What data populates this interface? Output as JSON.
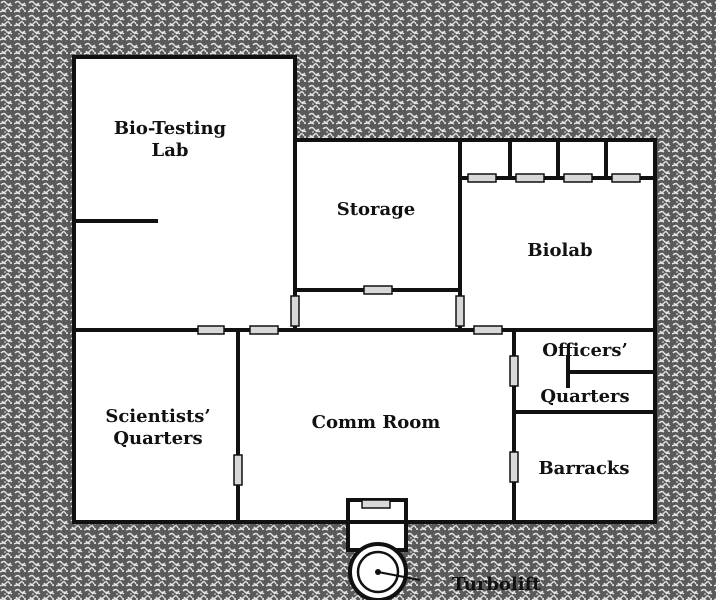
{
  "map": {
    "rooms": [
      {
        "id": "bio-testing-lab",
        "lines": [
          "Bio-Testing",
          "Lab"
        ]
      },
      {
        "id": "storage",
        "lines": [
          "Storage"
        ]
      },
      {
        "id": "biolab",
        "lines": [
          "Biolab"
        ]
      },
      {
        "id": "scientists-quarters",
        "lines": [
          "Scientists’",
          "Quarters"
        ]
      },
      {
        "id": "comm-room",
        "lines": [
          "Comm Room"
        ]
      },
      {
        "id": "officers-quarters",
        "lines": [
          "Officers’",
          "Quarters"
        ]
      },
      {
        "id": "barracks",
        "lines": [
          "Barracks"
        ]
      },
      {
        "id": "turbolift",
        "lines": [
          "Turbolift"
        ]
      }
    ]
  }
}
